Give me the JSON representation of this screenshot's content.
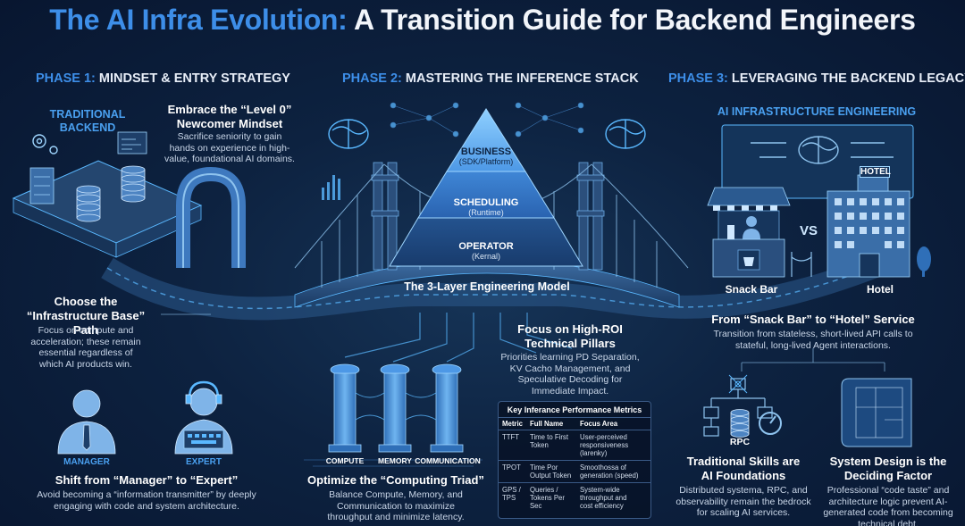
{
  "title": {
    "part1": "The AI Infra Evolution:",
    "part2": "A Transition Guide for Backend Engineers"
  },
  "phases": [
    {
      "num": "PHASE 1:",
      "text": "MINDSET & ENTRY STRATEGY"
    },
    {
      "num": "PHASE 2:",
      "text": "MASTERING THE INFERENCE STACK"
    },
    {
      "num": "PHASE 3:",
      "text": "LEVERAGING THE BACKEND LEGACY"
    }
  ],
  "phase1": {
    "traditional_backend": "TRADITIONAL\nBACKEND",
    "level0_title": "Embrace the “Level 0”\nNewcomer Mindset",
    "level0_body": "Sacrifice seniority to gain\nhands on experience in high-\nvalue, foundational AI domains.",
    "infra_title": "Choose the\n“Infrastructure Base” Path",
    "infra_body": "Focus on compute and\nacceleration; these remain\nessential regardless of\nwhich AI products win.",
    "manager": "MANAGER",
    "expert": "EXPERT",
    "shift_title": "Shift from “Manager” to “Expert”",
    "shift_body": "Avoid becoming a “information transmitter” by deeply\nengaging with code and system architecture."
  },
  "phase2": {
    "pyramid": {
      "business": "BUSINESS",
      "business_sub": "(SDK/Platform)",
      "scheduling": "SCHEDULING",
      "scheduling_sub": "(Runtime)",
      "operator": "OPERATOR",
      "operator_sub": "(Kernal)"
    },
    "model_label": "The 3-Layer Engineering Model",
    "pillars_title": "Focus on High-ROI\nTechnical Pillars",
    "pillars_body": "Priorities learning PD Separation,\nKV Cacho Management, and\nSpeculative Decoding for\nImmediate Impact.",
    "compute": "COMPUTE",
    "memory": "MEMORY",
    "communication": "COMMUNICATION",
    "triad_title": "Optimize the “Computing Triad”",
    "triad_body": "Balance Compute, Memory, and\nCommunication to maximize\nthroughput and minimize latency.",
    "table": {
      "title": "Key Inferance Performance Metrics",
      "headers": [
        "Metric",
        "Full Name",
        "Focus Area"
      ],
      "rows": [
        [
          "TTFT",
          "Time to First\nToken",
          "User-perceived\nresponsiveness\n(larenky)"
        ],
        [
          "TPOT",
          "Time Por\nOutput Token",
          "Smoothossa of\ngeneration (speed)"
        ],
        [
          "GPS /\nTPS",
          "Queries /\nTokens Per\nSec",
          "System-wide\nthroughput and\ncost efficiency"
        ]
      ]
    }
  },
  "phase3": {
    "ai_infra": "AI INFRASTRUCTURE ENGINEERING",
    "hotel_sign": "HOTEL",
    "vs": "VS",
    "snack_bar": "Snack Bar",
    "hotel": "Hotel",
    "service_title": "From “Snack Bar” to “Hotel” Service",
    "service_body": "Transition from stateless, short-lived API calls to\nstateful, long-lived Agent interactions.",
    "rpc": "RPC",
    "skills_title": "Traditional Skills are\nAI Foundations",
    "skills_body": "Distributed systema, RPC, and\nobservability remain the bedrock\nfor scaling AI services.",
    "design_title": "System Design is the\nDeciding Factor",
    "design_body": "Professional “code taste” and\narchitecture logic prevent AI-\ngenerated code from becoming\ntechnical debt."
  },
  "colors": {
    "accent": "#3d8ee8",
    "background": "#0d2240",
    "glow": "#5ab8ff"
  }
}
